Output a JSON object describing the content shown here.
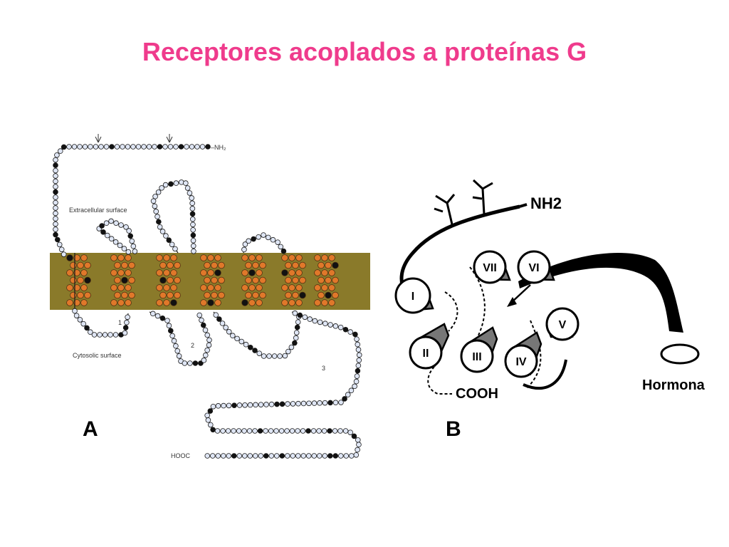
{
  "slide": {
    "title": "Receptores acoplados a proteínas G",
    "title_color": "#ef3b8c"
  },
  "diagram_a": {
    "panel_label": "A",
    "labels": {
      "nh2": "–NH₂",
      "extracellular": "Extracellular surface",
      "cytosolic": "Cytosolic surface",
      "hooc": "HOOC",
      "loop1": "1",
      "loop2": "2",
      "loop3": "3"
    },
    "colors": {
      "membrane": "#8a7a2a",
      "helix_residue": "#e0782a",
      "residue_open": "#dfe6f5",
      "residue_dark": "#111111"
    }
  },
  "diagram_b": {
    "panel_label": "B",
    "labels": {
      "nh2": "NH2",
      "cooh": "COOH",
      "hormone": "Hormona",
      "helices": [
        "I",
        "II",
        "III",
        "IV",
        "V",
        "VI",
        "VII"
      ]
    }
  }
}
